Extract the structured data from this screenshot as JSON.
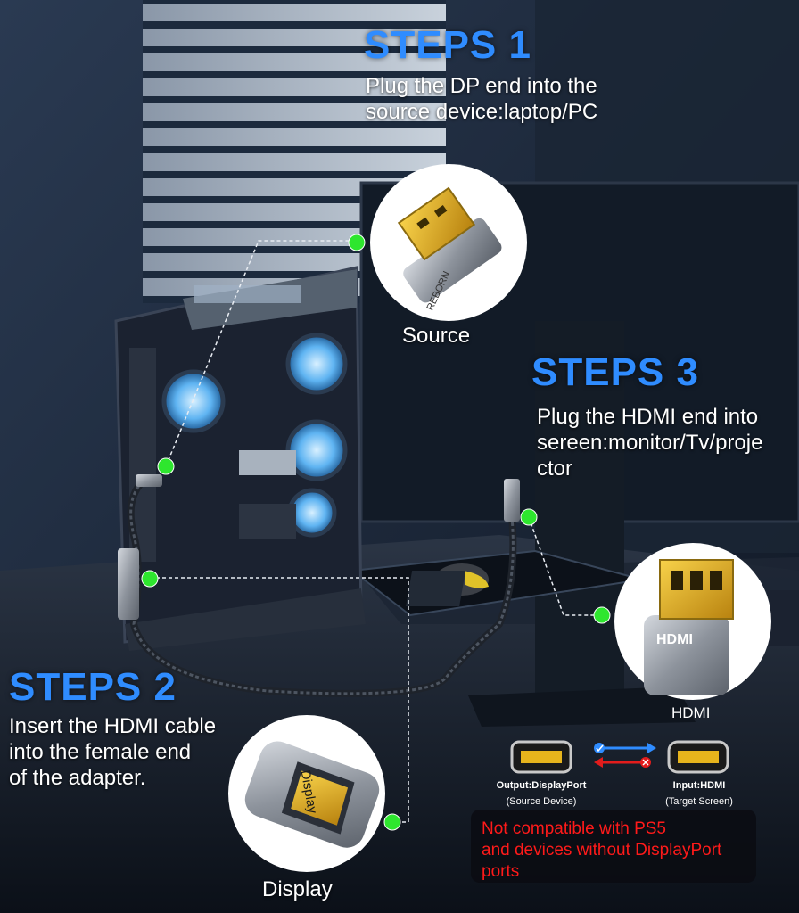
{
  "steps": [
    {
      "title": "STEPS 1",
      "line1": "Plug the DP end into the",
      "line2": "source device:laptop/PC"
    },
    {
      "title": "STEPS 2",
      "line1": "Insert the HDMI cable",
      "line2": "into the female end",
      "line3": "of the adapter."
    },
    {
      "title": "STEPS 3",
      "line1": "Plug the HDMI end into",
      "line2": "sereen:monitor/Tv/proje",
      "line3": "ctor"
    }
  ],
  "callouts": {
    "source": "Source",
    "hdmi": "HDMI",
    "display": "Display",
    "hdmi_plug_text": "HDMI",
    "dp_plug_text": "REBORN",
    "adapter_text": "Display"
  },
  "ports": {
    "output_title": "Output:DisplayPort",
    "output_sub": "(Source Device)",
    "input_title": "Input:HDMI",
    "input_sub": "(Target Screen)"
  },
  "warning": {
    "line1": "Not compatible with PS5",
    "line2": "and devices without DisplayPort",
    "line3": "ports"
  },
  "colors": {
    "accent_blue": "#2f8cff",
    "marker_green": "#2ee62e",
    "warning_red": "#ff1a1a",
    "gold": "#e7b41c"
  },
  "icons": [
    "checkmark-icon",
    "cross-icon",
    "arrow-right-icon",
    "arrow-left-icon",
    "green-dot-marker"
  ]
}
